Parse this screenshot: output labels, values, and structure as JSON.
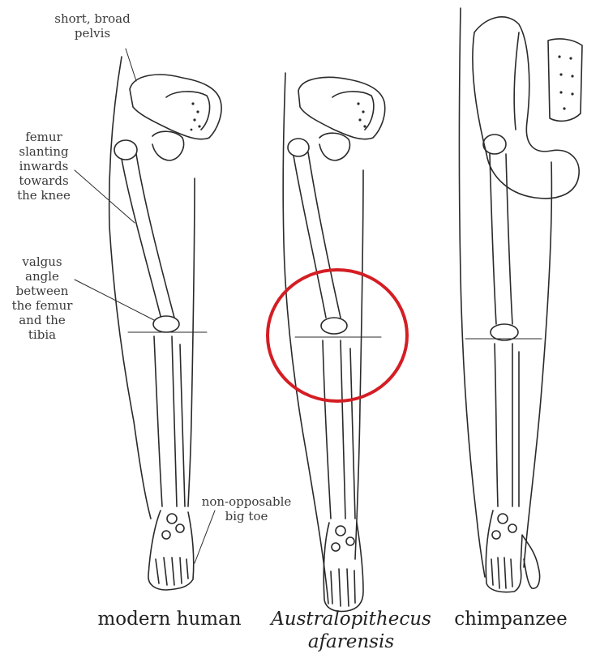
{
  "annotations": {
    "pelvis": [
      "short, broad",
      "pelvis"
    ],
    "femur": [
      "femur",
      "slanting",
      "inwards",
      "towards",
      "the knee"
    ],
    "valgus": [
      "valgus",
      "angle",
      "between",
      "the femur",
      "and the",
      "tibia"
    ],
    "toe": [
      "non-opposable",
      "big toe"
    ]
  },
  "captions": {
    "human": "modern human",
    "afarensis_1": "Australopithecus",
    "afarensis_2": "afarensis",
    "chimp": "chimpanzee"
  },
  "colors": {
    "line": "#2a2a2a",
    "highlight_circle": "#d41e24"
  }
}
